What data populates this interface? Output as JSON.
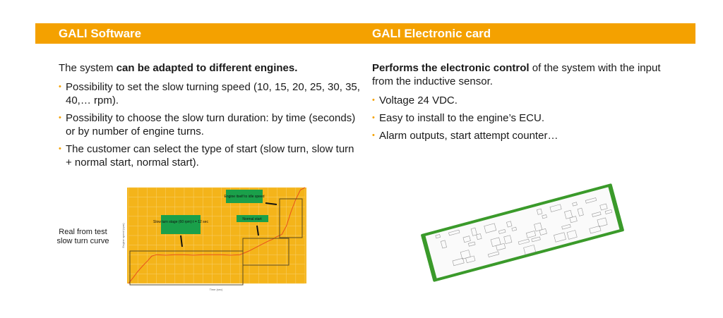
{
  "left": {
    "title": "GALI Software",
    "intro_plain": "The system ",
    "intro_bold": "can be adapted to different engines.",
    "bullets": [
      "Possibility to set the slow turning speed (10, 15, 20, 25, 30, 35, 40,… rpm).",
      "Possibility to choose the slow turn duration: by time (seconds) or by number of engine turns.",
      "The customer can select the type of start (slow turn, slow turn + normal start, normal start)."
    ],
    "chart_label": "Real from test slow turn curve"
  },
  "right": {
    "title": "GALI Electronic card",
    "intro_bold": "Performs the electronic control",
    "intro_plain": " of the system with the input from the inductive sensor.",
    "bullets": [
      "Voltage 24 VDC.",
      "Easy to install to the engine’s ECU.",
      "Alarm outputs, start attempt counter…"
    ]
  },
  "colors": {
    "accent": "#f4a100",
    "chart_bg": "#f4b41a",
    "line": "#e8501c",
    "callout": "#1aa04a",
    "card_green": "#3a9a2a"
  },
  "chart_data": {
    "type": "line",
    "title": "",
    "xlabel": "Time (sec)",
    "ylabel": "Engine speed (rpm)",
    "xlim": [
      0,
      38
    ],
    "ylim": [
      0,
      200
    ],
    "x": [
      0,
      1,
      2,
      3,
      4,
      5,
      6,
      8,
      10,
      12,
      14,
      16,
      18,
      20,
      22,
      24,
      26,
      28,
      30,
      31,
      32,
      33,
      34,
      35,
      36,
      37,
      38
    ],
    "y": [
      0,
      12,
      25,
      36,
      46,
      57,
      60,
      59,
      60,
      60,
      59,
      60,
      60,
      60,
      59,
      60,
      68,
      78,
      88,
      92,
      98,
      102,
      120,
      150,
      175,
      195,
      210
    ],
    "annotations": [
      "Slow turn stage (60 rpm) t = 12 sec",
      "Normal start",
      "Engine itself to idle speed"
    ]
  }
}
